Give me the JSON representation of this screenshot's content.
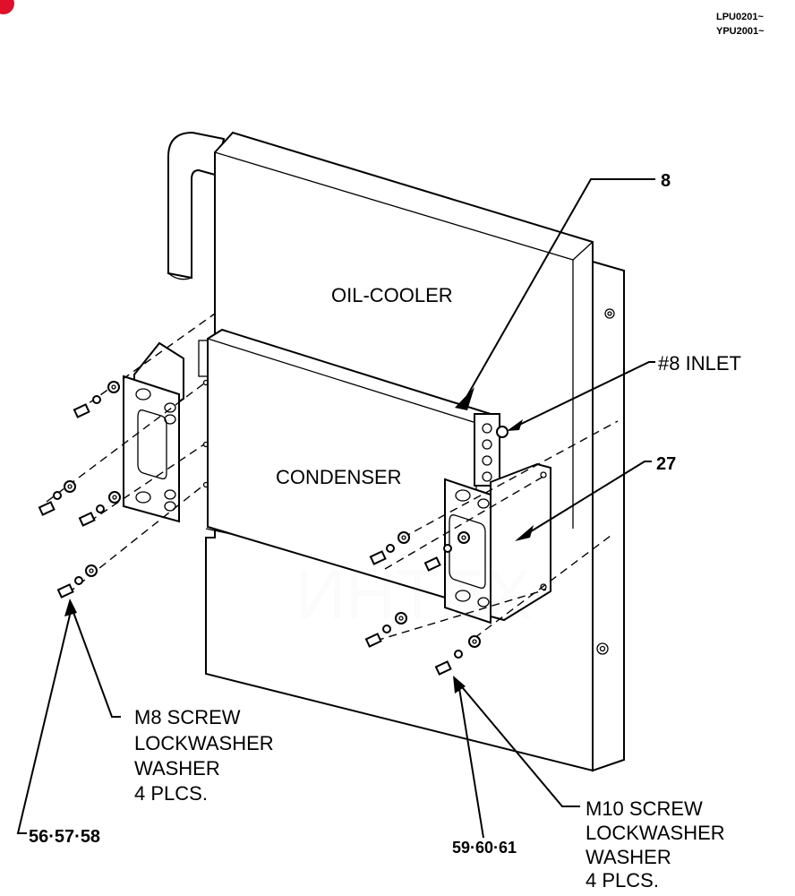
{
  "header": {
    "serial_line_1": "LPU0201~",
    "serial_line_2": "YPU2001~"
  },
  "components": {
    "oil_cooler": "OIL-COOLER",
    "condenser": "CONDENSER"
  },
  "callouts": {
    "part_8": "8",
    "inlet": "#8 INLET",
    "part_27": "27",
    "left_refs": "56·57·58",
    "right_refs": "59·60·61"
  },
  "fasteners": {
    "left": {
      "line1": "M8 SCREW",
      "line2": "LOCKWASHER",
      "line3": "WASHER",
      "line4": "4 PLCS."
    },
    "right": {
      "line1": "M10 SCREW",
      "line2": "LOCKWASHER",
      "line3": "WASHER",
      "line4": "4 PLCS."
    }
  },
  "watermark": {
    "text": "ИНТЕХ",
    "color": "#e8343f"
  }
}
